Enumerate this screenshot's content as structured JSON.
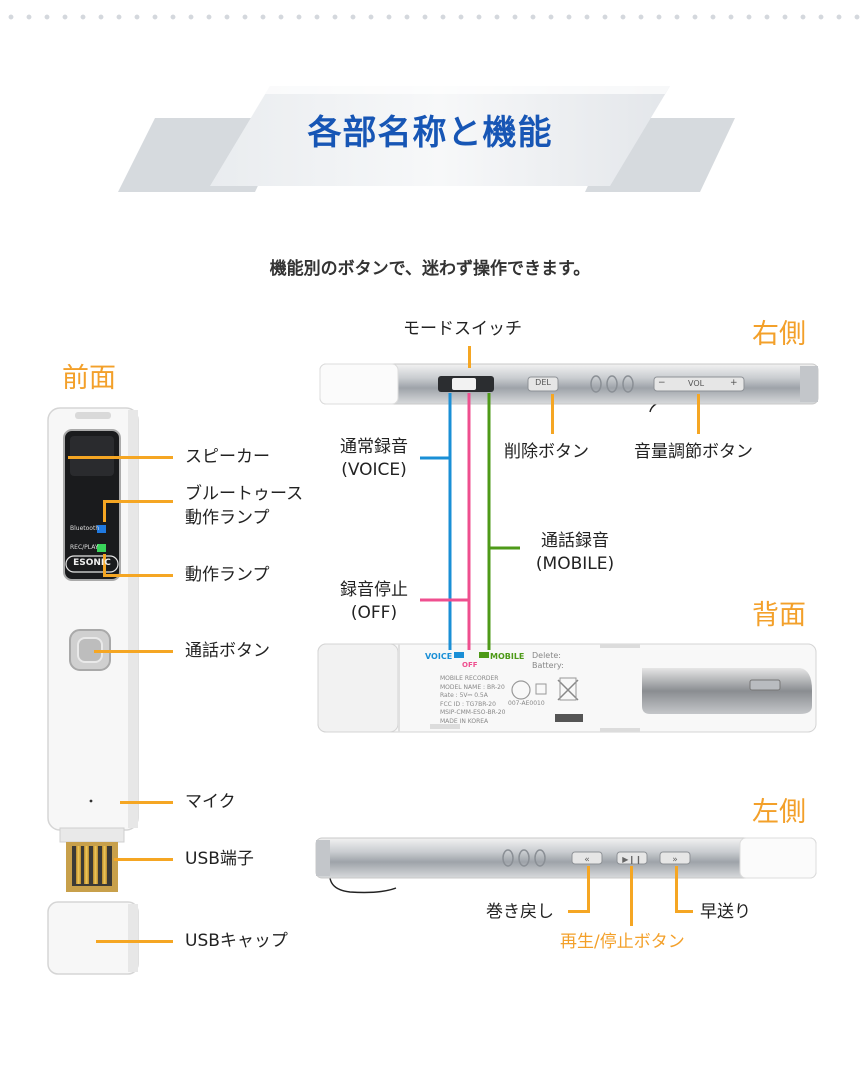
{
  "header": {
    "title": "各部名称と機能",
    "subtitle": "機能別のボタンで、迷わず操作できます。"
  },
  "sections": {
    "front": "前面",
    "right": "右側",
    "back": "背面",
    "left": "左側"
  },
  "front_labels": {
    "speaker": "スピーカー",
    "bluetooth_lamp_1": "ブルートゥース",
    "bluetooth_lamp_2": "動作ランプ",
    "operation_lamp": "動作ランプ",
    "call_button": "通話ボタン",
    "mic": "マイク",
    "usb_port": "USB端子",
    "usb_cap": "USBキャップ"
  },
  "device_front": {
    "bluetooth_text": "Bluetooth",
    "recplay_text": "REC/PLAY",
    "brand": "ESONIC"
  },
  "right_labels": {
    "mode_switch": "モードスイッチ",
    "normal_rec_1": "通常録音",
    "normal_rec_2": "(VOICE)",
    "delete_button": "削除ボタン",
    "volume_button": "音量調節ボタン",
    "call_rec_1": "通話録音",
    "call_rec_2": "(MOBILE)",
    "stop_rec_1": "録音停止",
    "stop_rec_2": "(OFF)"
  },
  "device_right": {
    "del": "DEL",
    "vol_minus": "−",
    "vol": "VOL",
    "vol_plus": "+"
  },
  "device_back": {
    "voice": "VOICE",
    "off": "OFF",
    "mobile": "MOBILE",
    "delete": "Delete:",
    "battery": "Battery:",
    "spec_lines": [
      "MOBILE RECORDER",
      "MODEL NAME : BR-20",
      "Rate : 5V⎓ 0.5A",
      "FCC ID : TG7BR-20",
      "MSIP-CMM-ESO-BR-20",
      "MADE IN KOREA"
    ],
    "cert_no": "007-AE0010"
  },
  "left_labels": {
    "rewind": "巻き戻し",
    "play_stop": "再生/停止ボタン",
    "forward": "早送り"
  },
  "colors": {
    "accent": "#f5a623",
    "title_blue": "#1756b5",
    "voice_blue": "#1a8fd6",
    "off_pink": "#ef4f8f",
    "mobile_green": "#4e9a18"
  }
}
